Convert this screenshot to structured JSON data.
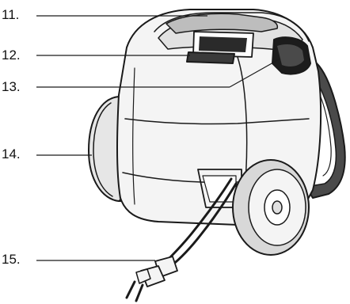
{
  "diagram": {
    "callouts": [
      {
        "id": "11",
        "label": "11."
      },
      {
        "id": "12",
        "label": "12."
      },
      {
        "id": "13",
        "label": "13."
      },
      {
        "id": "14",
        "label": "14."
      },
      {
        "id": "15",
        "label": "15."
      }
    ],
    "colors": {
      "outline": "#1a1a1a",
      "body": "#f4f4f4",
      "shade": "#cfcfcf",
      "dark": "#4a4a4a",
      "black": "#1c1c1c"
    }
  }
}
